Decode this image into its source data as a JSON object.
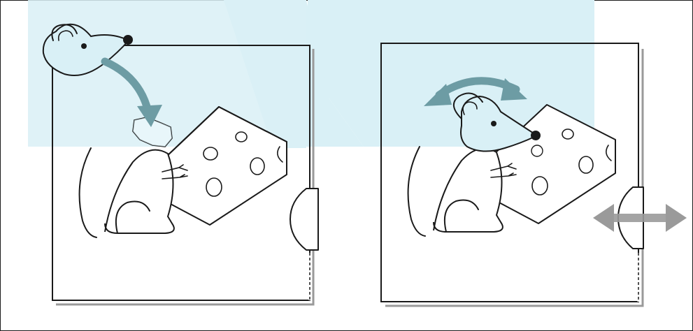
{
  "figure": {
    "panels": [
      {
        "id": "left",
        "scene": "mouse-head-moved-onto-neck",
        "arrow": "curved-arrow-head-to-neck"
      },
      {
        "id": "right",
        "scene": "mouse-head-rotating-near-door",
        "arrows": [
          "double-arrow-head-rotate",
          "double-arrow-door-slide"
        ]
      }
    ],
    "colors": {
      "banner": "#d9f0f6",
      "arrow_dark": "#6d9ca4",
      "arrow_light": "#9a9a9a",
      "ink": "#1a1a1a",
      "shadow": "#9a9a9a"
    }
  }
}
